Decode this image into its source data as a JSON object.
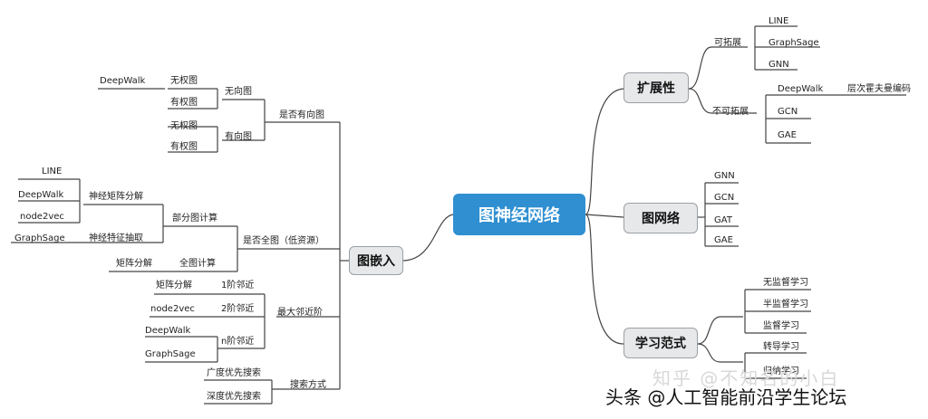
{
  "root": "图神经网络",
  "branches": {
    "extend": "扩展性",
    "graph_net": "图网络",
    "learn": "学习范式",
    "embed": "图嵌入"
  },
  "extend": {
    "scalable": "可拓展",
    "scalable_items": [
      "LINE",
      "GraphSage",
      "GNN"
    ],
    "nonscalable": "不可拓展",
    "nonscalable_items": [
      "DeepWalk",
      "GCN",
      "GAE"
    ],
    "deepwalk_note": "层次霍夫曼编码"
  },
  "graph_net_items": [
    "GNN",
    "GCN",
    "GAT",
    "GAE"
  ],
  "learn_items": [
    "无监督学习",
    "半监督学习",
    "监督学习",
    "转导学习",
    "归纳学习"
  ],
  "embed": {
    "directed": {
      "label": "是否有向图",
      "undirected": "无向图",
      "directed_g": "有向图",
      "unweighted": "无权图",
      "weighted": "有权图",
      "deepwalk": "DeepWalk"
    },
    "fullgraph": {
      "label": "是否全图（低资源）",
      "partial": "部分图计算",
      "full": "全图计算",
      "mf": "神经矩阵分解",
      "fe": "神经特征抽取",
      "mf_items": [
        "LINE",
        "DeepWalk",
        "node2vec"
      ],
      "graphsage": "GraphSage",
      "matrix": "矩阵分解"
    },
    "neighbor": {
      "label": "最大邻近阶",
      "first": "1阶邻近",
      "second": "2阶邻近",
      "nth": "n阶邻近",
      "matrix": "矩阵分解",
      "node2vec": "node2vec",
      "deepwalk": "DeepWalk",
      "graphsage": "GraphSage"
    },
    "search": {
      "label": "搜索方式",
      "bfs": "广度优先搜索",
      "dfs": "深度优先搜索"
    }
  },
  "watermark": "知乎 @不知名的小白",
  "footer": "头条 @人工智能前沿学生论坛"
}
